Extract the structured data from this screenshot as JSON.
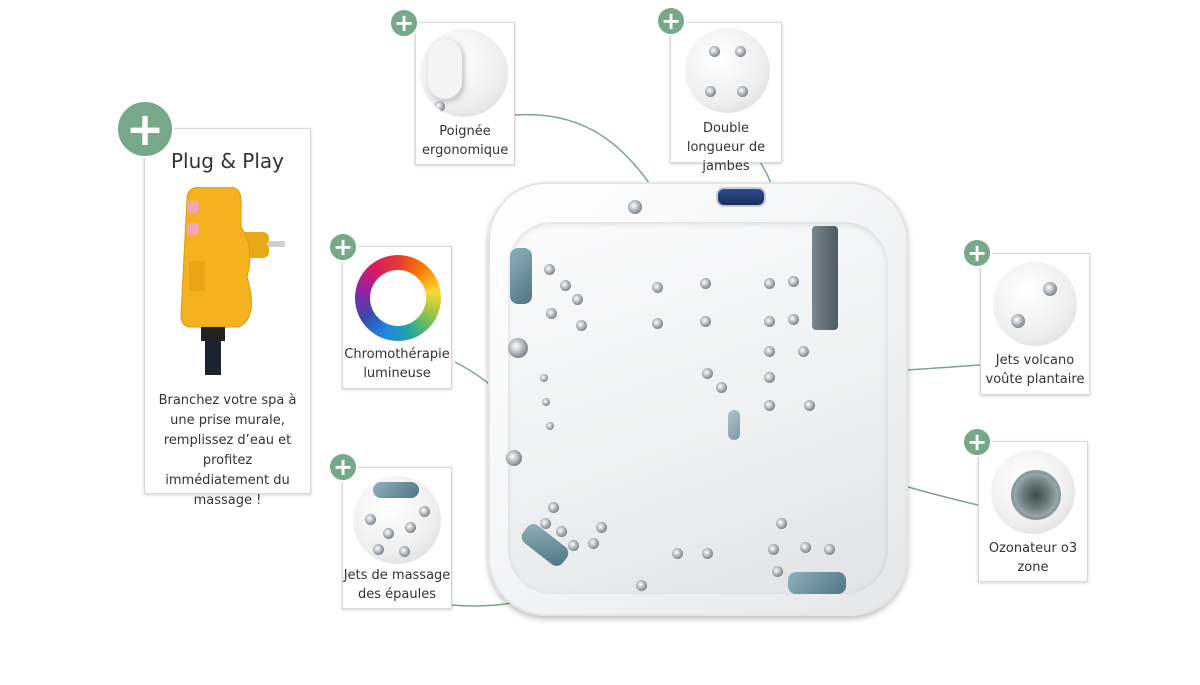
{
  "plug_card": {
    "plus": "+",
    "title": "Plug & Play",
    "body": "Branchez votre spa à une prise murale, remplissez d’eau et profitez immédiatement du massage !"
  },
  "features": [
    {
      "plus": "+",
      "caption": "Poignée ergonomique"
    },
    {
      "plus": "+",
      "caption": "Double longueur de jambes"
    },
    {
      "plus": "+",
      "caption": "Chromothérapie lumineuse"
    },
    {
      "plus": "+",
      "caption": "Jets de massage des épaules"
    },
    {
      "plus": "+",
      "caption": "Jets volcano voûte plantaire"
    },
    {
      "plus": "+",
      "caption": "Ozonateur o3 zone"
    }
  ],
  "colors": {
    "accent": "#78a88a",
    "plug_yellow": "#f5b21f"
  }
}
